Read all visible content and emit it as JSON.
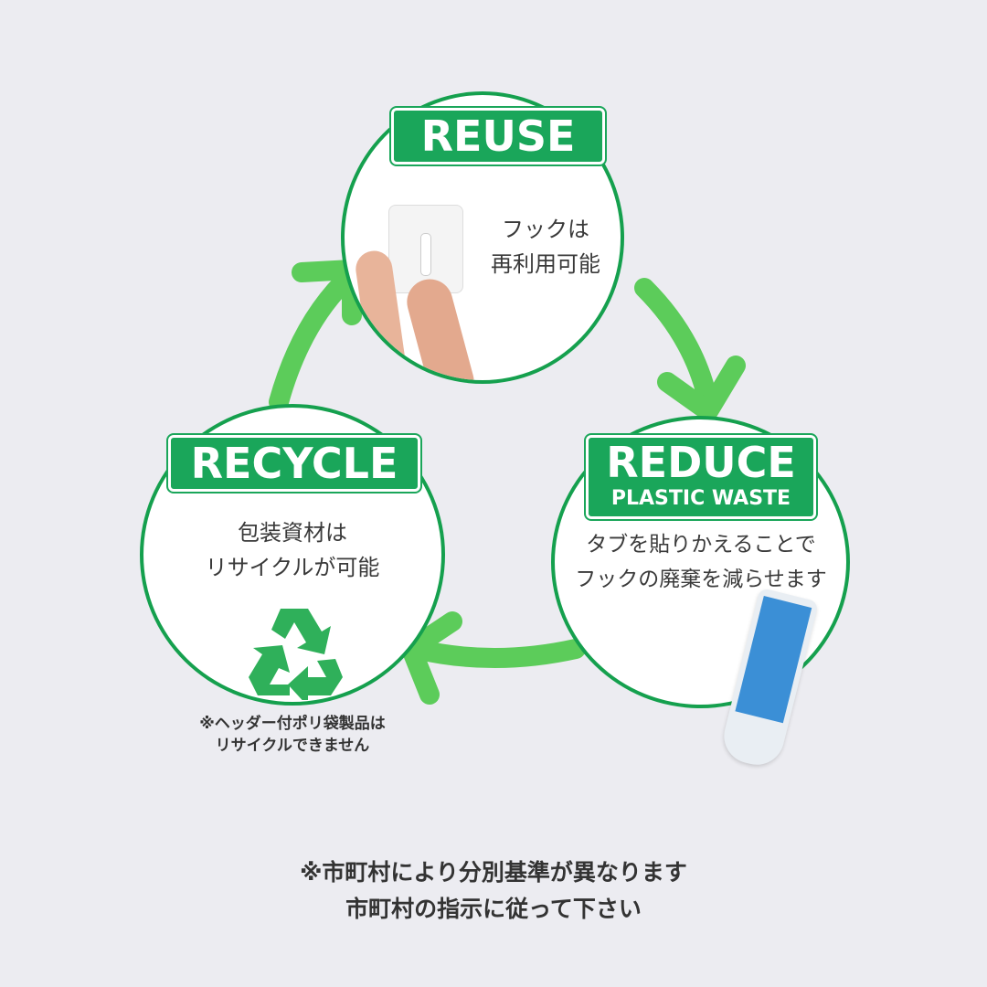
{
  "reuse": {
    "title": "REUSE",
    "text_lines": [
      "フックは",
      "再利用可能"
    ]
  },
  "reduce": {
    "title": "REDUCE",
    "subtitle": "PLASTIC WASTE",
    "text_lines": [
      "タブを貼りかえることで",
      "フックの廃棄を減らせます"
    ]
  },
  "recycle": {
    "title": "RECYCLE",
    "text_lines": [
      "包装資材は",
      "リサイクルが可能"
    ],
    "note_lines": [
      "※ヘッダー付ポリ袋製品は",
      "リサイクルできません"
    ]
  },
  "footer": {
    "lines": [
      "※市町村により分別基準が異なります",
      "市町村の指示に従って下さい"
    ]
  },
  "colors": {
    "circle_border": "#15a04e",
    "label_bg": "#1aa65a",
    "arrow": "#5ccc5a",
    "background": "#ececf1"
  }
}
